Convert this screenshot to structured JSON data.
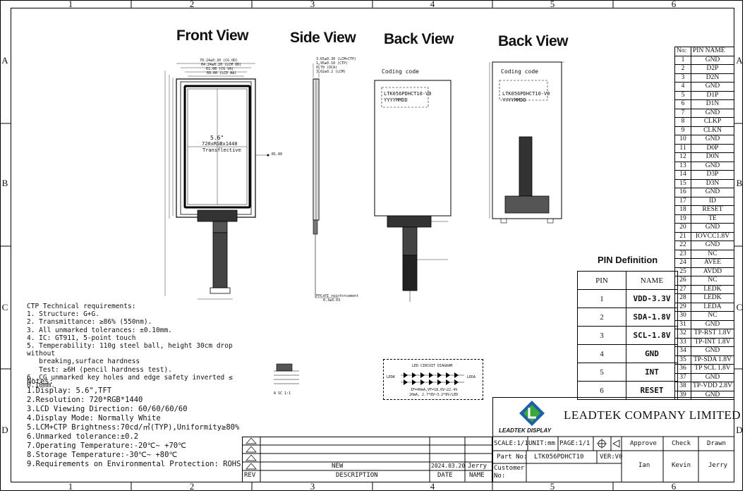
{
  "zones": {
    "columns": [
      "1",
      "2",
      "3",
      "4",
      "5",
      "6"
    ],
    "rows": [
      "A",
      "B",
      "C",
      "D"
    ]
  },
  "views": {
    "front": "Front View",
    "side": "Side View",
    "back1": "Back View",
    "back2": "Back View"
  },
  "front_view": {
    "size_label": "5.6\"",
    "resolution_label": "720xRGBx1440",
    "mode_label": "Transflective",
    "dims_top": [
      "70.24±0.20 (CG OD)",
      "64.24±0.20 (LCM OD)",
      "61.08 (CG VA)",
      "60.00 (LCD AA)"
    ],
    "dims_small": [
      "Ø1.80"
    ]
  },
  "side_view": {
    "dims_top": [
      "3.65±0.30 (LCM+CTP)",
      "1.95±0.10 (CTP)",
      "0.70 (OCA)",
      "3.02±0.2 (LCM)"
    ],
    "fpc_note": "FPC+PI reinforcement",
    "fpc_dim": "0.3±0.03"
  },
  "back_views": [
    {
      "coding_title": "Coding code",
      "code_line1": "LTK056PDHCT10-V0",
      "code_line2": "YYYYMMDD"
    },
    {
      "coding_title": "Coding code",
      "code_line1": "LTK056PDHCT10-V0",
      "code_line2": "YYYYMMDD"
    }
  ],
  "led_circuit": {
    "title": "LED CIRCUIT DIAGRAM",
    "line1": "IF=40mA,VF=18.0V~22.4V",
    "line2": "20mA, 2.7*8V~3.2*8V/LED",
    "left_label": "LEDK",
    "right_label": "LEDA"
  },
  "scale_note": "A SC 1:1",
  "ctp_requirements": {
    "title": "CTP Technical requirements:",
    "items": [
      "1. Structure: G+G.",
      "2. Transmittance: ≥86% (550nm).",
      "3. All unmarked tolerances: ±0.10mm.",
      "4. IC: GT911, 5-point touch",
      "5. Temperability: 110g steel ball, height 30cm drop without",
      "   breaking,surface hardness",
      "   Test: ≥6H (pencil hardness test).",
      "6. CG unmarked key holes and edge safety inverted ≤ 0.10mm."
    ]
  },
  "notes": {
    "title": "Notes:",
    "items": [
      "1.Display: 5.6\",TFT",
      "2.Resolution: 720*RGB*1440",
      "3.LCD Viewing Direction: 60/60/60/60",
      "4.Display Mode: Normally White",
      "5.LCM+CTP Brightness:70cd/㎡(TYP),Uniformity≥80%",
      "6.Unmarked tolerance:±0.2",
      "7.Operating Temperature:-20℃~ +70℃",
      "8.Storage Temperature:-30℃~ +80℃",
      "9.Requirements on Environmental Protection: ROHS"
    ]
  },
  "pin_table": {
    "header_no": "No:",
    "header_name": "PIN NAME",
    "rows": [
      [
        "1",
        "GND"
      ],
      [
        "2",
        "D2P"
      ],
      [
        "3",
        "D2N"
      ],
      [
        "4",
        "GND"
      ],
      [
        "5",
        "D1P"
      ],
      [
        "6",
        "D1N"
      ],
      [
        "7",
        "GND"
      ],
      [
        "8",
        "CLKP"
      ],
      [
        "9",
        "CLKN"
      ],
      [
        "10",
        "GND"
      ],
      [
        "11",
        "D0P"
      ],
      [
        "12",
        "D0N"
      ],
      [
        "13",
        "GND"
      ],
      [
        "14",
        "D3P"
      ],
      [
        "15",
        "D3N"
      ],
      [
        "16",
        "GND"
      ],
      [
        "17",
        "ID"
      ],
      [
        "18",
        "RESET"
      ],
      [
        "19",
        "TE"
      ],
      [
        "20",
        "GND"
      ],
      [
        "21",
        "IOVCC1.8V"
      ],
      [
        "22",
        "GND"
      ],
      [
        "23",
        "NC"
      ],
      [
        "24",
        "AVEE"
      ],
      [
        "25",
        "AVDD"
      ],
      [
        "26",
        "NC"
      ],
      [
        "27",
        "LEDK"
      ],
      [
        "28",
        "LEDK"
      ],
      [
        "29",
        "LEDA"
      ],
      [
        "30",
        "NC"
      ],
      [
        "31",
        "GND"
      ],
      [
        "32",
        "TP-RST 1.8V"
      ],
      [
        "33",
        "TP-INT 1.8V"
      ],
      [
        "34",
        "GND"
      ],
      [
        "35",
        "TP-SDA 1.8V"
      ],
      [
        "36",
        "TP SCL 1.8V"
      ],
      [
        "37",
        "GND"
      ],
      [
        "38",
        "TP-VDD 2.8V"
      ],
      [
        "39",
        "GND"
      ]
    ]
  },
  "pin_definition": {
    "title": "PIN Definition",
    "header_pin": "PIN",
    "header_name": "NAME",
    "rows": [
      [
        "1",
        "VDD-3.3V"
      ],
      [
        "2",
        "SDA-1.8V"
      ],
      [
        "3",
        "SCL-1.8V"
      ],
      [
        "4",
        "GND"
      ],
      [
        "5",
        "INT"
      ],
      [
        "6",
        "RESET"
      ]
    ]
  },
  "title_block": {
    "company": "LEADTEK COMPANY LIMITED",
    "logo_text": "LEADTEK DISPLAY",
    "scale": "SCALE:1/1",
    "unit": "UNIT:mm",
    "page": "PAGE:1/1",
    "approve": "Approve",
    "check": "Check",
    "drawn": "Drawn",
    "part_no_label": "Part No:",
    "part_no": "LTK056PDHCT10",
    "version": "VER:V0",
    "customer_label": "Customer No:",
    "approver": "Ian",
    "checker": "Kevin",
    "drawer": "Jerry"
  },
  "revision_block": {
    "rev_header": "REV",
    "desc_header": "DESCRIPTION",
    "date_header": "DATE",
    "name_header": "NAME",
    "entry_desc": "NEW",
    "entry_date": "2024.03.20",
    "entry_name": "Jerry"
  }
}
